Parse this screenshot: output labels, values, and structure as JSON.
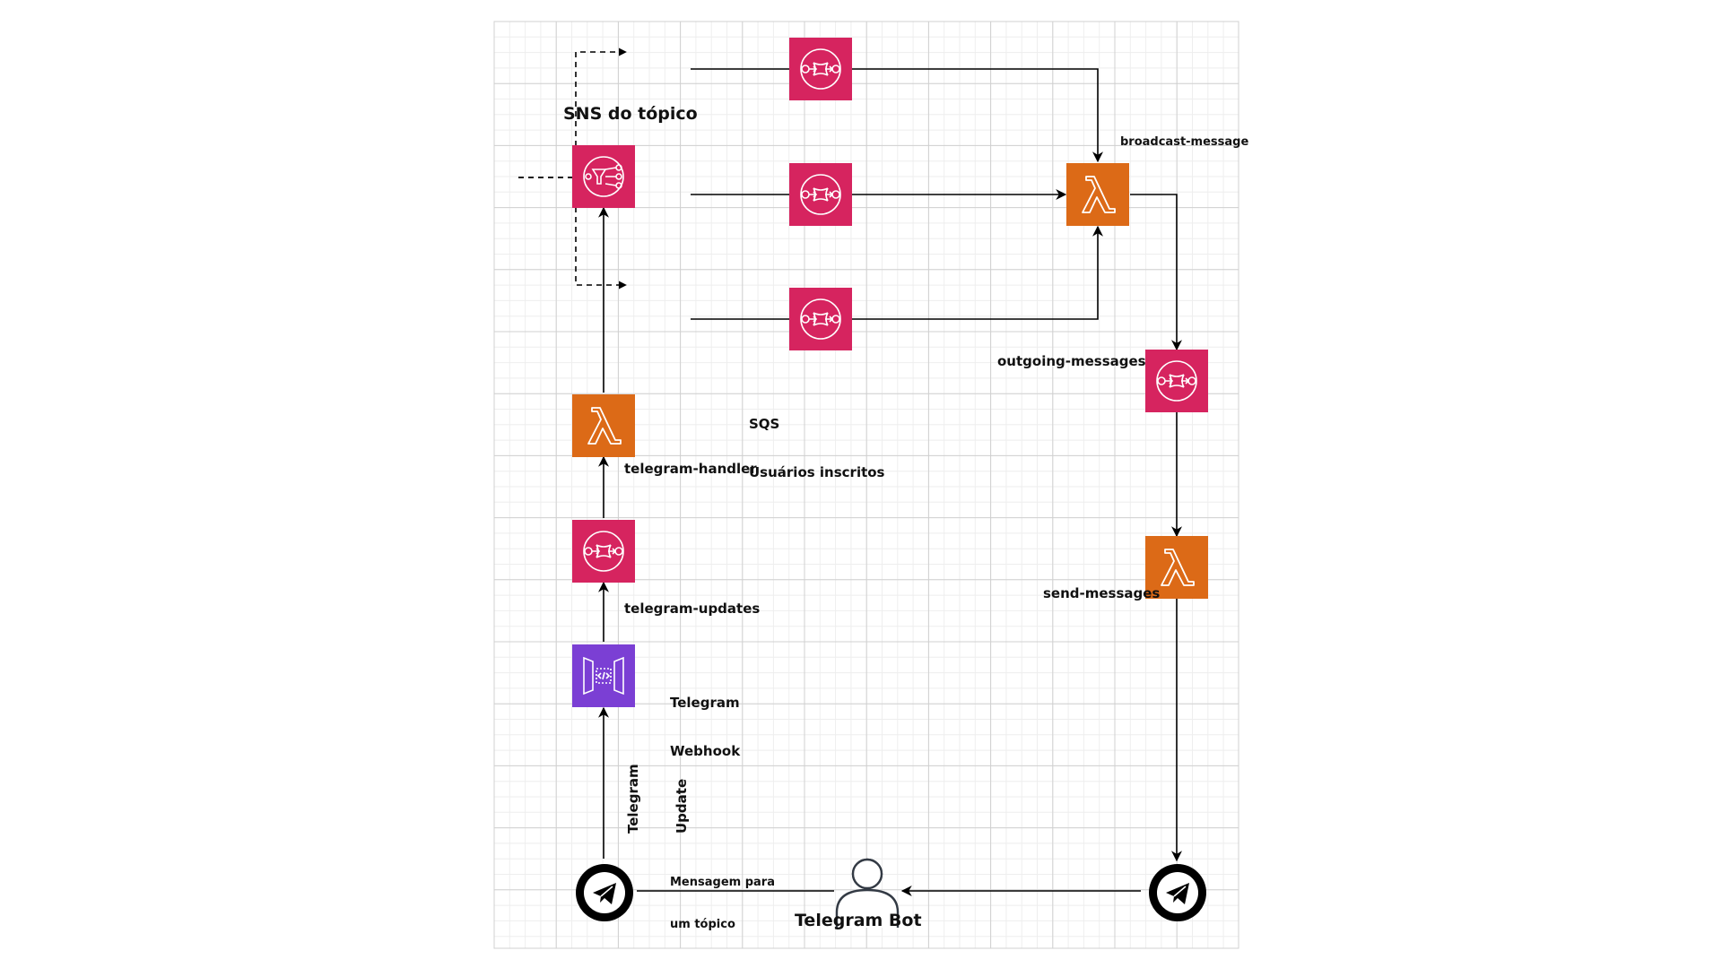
{
  "colors": {
    "sqs": "#D6245F",
    "sns": "#D6245F",
    "lambda": "#DC6A17",
    "api_gateway": "#7B3FD4",
    "grid": "#d0d0d0",
    "line": "#000000"
  },
  "labels": {
    "sns_topic": "SNS do tópico",
    "broadcast_message": "broadcast-message",
    "outgoing_messages": "outgoing-messages",
    "sqs_users_line1": "SQS",
    "sqs_users_line2": "Usuários inscritos",
    "telegram_handler": "telegram-handler",
    "telegram_updates": "telegram-updates",
    "webhook_line1": "Telegram",
    "webhook_line2": "Webhook",
    "send_messages": "send-messages",
    "telegram_update_line1": "Telegram",
    "telegram_update_line2": "Update",
    "mensagem_line1": "Mensagem para",
    "mensagem_line2": "um tópico",
    "telegram_bot": "Telegram Bot"
  },
  "icons": {
    "sqs": "sqs-queue-icon",
    "sns": "sns-topic-icon",
    "lambda": "lambda-icon",
    "api_gateway": "api-gateway-icon",
    "telegram": "telegram-icon",
    "user": "user-icon"
  }
}
